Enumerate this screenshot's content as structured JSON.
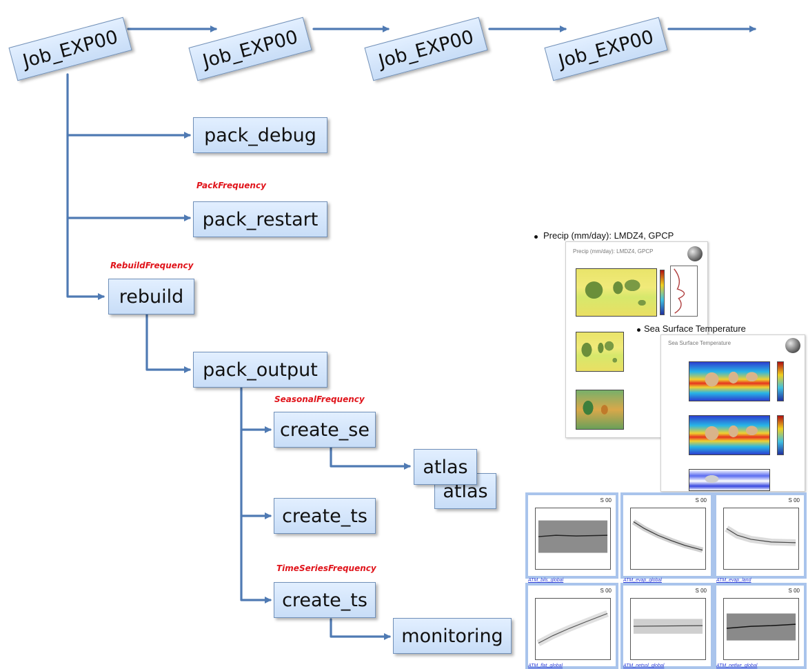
{
  "jobs": [
    {
      "label": "Job_EXP00"
    },
    {
      "label": "Job_EXP00"
    },
    {
      "label": "Job_EXP00"
    },
    {
      "label": "Job_EXP00"
    }
  ],
  "tasks": {
    "pack_debug": "pack_debug",
    "pack_restart": "pack_restart",
    "rebuild": "rebuild",
    "pack_output": "pack_output",
    "create_se": "create_se",
    "atlas_front": "atlas",
    "atlas_back": "atlas",
    "create_ts_1": "create_ts",
    "create_ts_2": "create_ts",
    "monitoring": "monitoring"
  },
  "frequencies": {
    "pack": "PackFrequency",
    "rebuild": "RebuildFrequency",
    "seasonal": "SeasonalFrequency",
    "time_series": "TimeSeriesFrequency"
  },
  "previews": {
    "precip_caption": "Precip (mm/day): LMDZ4, GPCP",
    "sst_caption": "Sea Surface Temperature",
    "precip_sheet_title": "Precip (mm/day): LMDZ4, GPCP",
    "sst_sheet_title": "Sea Surface Temperature",
    "thumb_tag": "S 00",
    "thumb_links": [
      "ATM_bils_global",
      "ATM_evap_global",
      "ATM_evap_land",
      "ATM_flat_global",
      "ATM_netsol_global",
      "ATM_netlwr_global"
    ]
  },
  "colors": {
    "arrow": "#4f7ab3",
    "box_fill": "#d6e6fb",
    "box_border": "#6f8fb8",
    "frequency_text": "#e0141b",
    "thumb_border": "#a9c4ec"
  }
}
